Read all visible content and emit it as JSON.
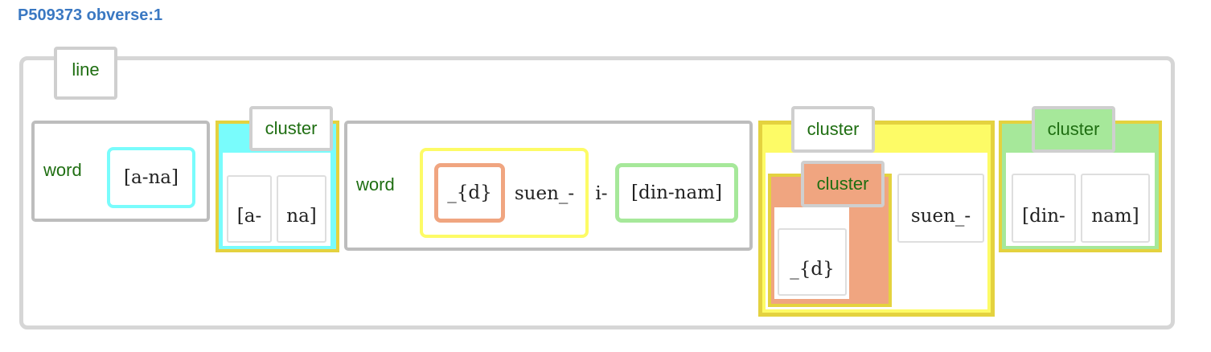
{
  "title": "P509373 obverse:1",
  "line": {
    "label": "line",
    "word1": {
      "label": "word",
      "value": "[a-na]"
    },
    "cluster1": {
      "label": "cluster",
      "signs": [
        "[a-",
        "na]"
      ]
    },
    "word2": {
      "label": "word",
      "determinative": "_{d}",
      "stem": "suen_-",
      "suffix": "i-",
      "bracketed": "[din-nam]"
    },
    "cluster2": {
      "label": "cluster",
      "inner_cluster": {
        "label": "cluster",
        "sign": "_{d}"
      },
      "sign": "suen_-"
    },
    "cluster3": {
      "label": "cluster",
      "signs": [
        "[din-",
        "nam]"
      ]
    }
  },
  "colors": {
    "title": "#3a78c2",
    "label_text": "#1f6e12",
    "cyan": "#79fcfc",
    "yellow": "#fdfb66",
    "yellow_border": "#e4d23f",
    "salmon": "#f0a580",
    "green": "#a6e89a",
    "grey": "#c7c7c7"
  }
}
